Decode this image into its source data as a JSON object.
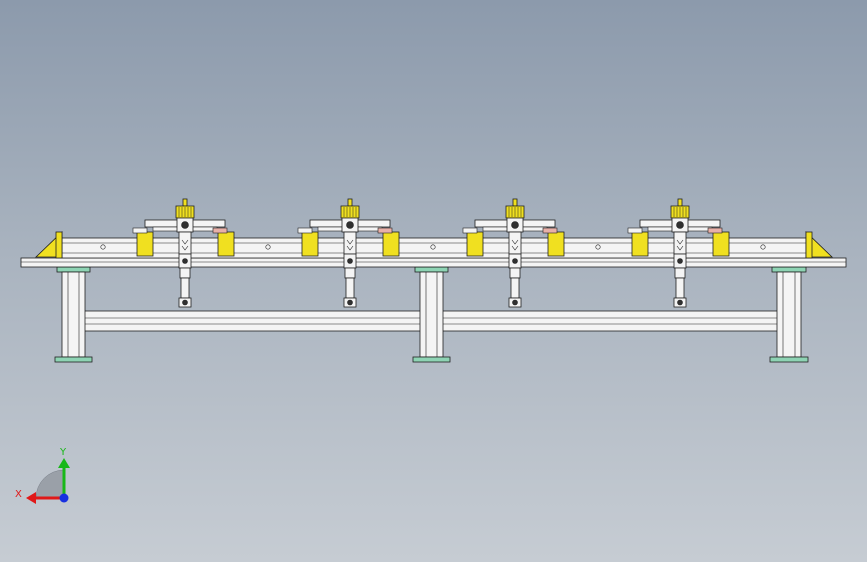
{
  "triad": {
    "x_label": "X",
    "y_label": "Y",
    "x_color": "#e01818",
    "y_color": "#18b818",
    "z_color": "#1830e0"
  },
  "colors": {
    "background_top": "#8c9aac",
    "background_bottom": "#c6ccd3",
    "steel": "#f4f4f4",
    "outline": "#202020",
    "clamp_yellow": "#f0e020",
    "foot_pad": "#8ed4b4",
    "cap_pink": "#e8b0a8"
  },
  "fixture": {
    "clamp_station_count": 4,
    "leg_count": 3
  }
}
